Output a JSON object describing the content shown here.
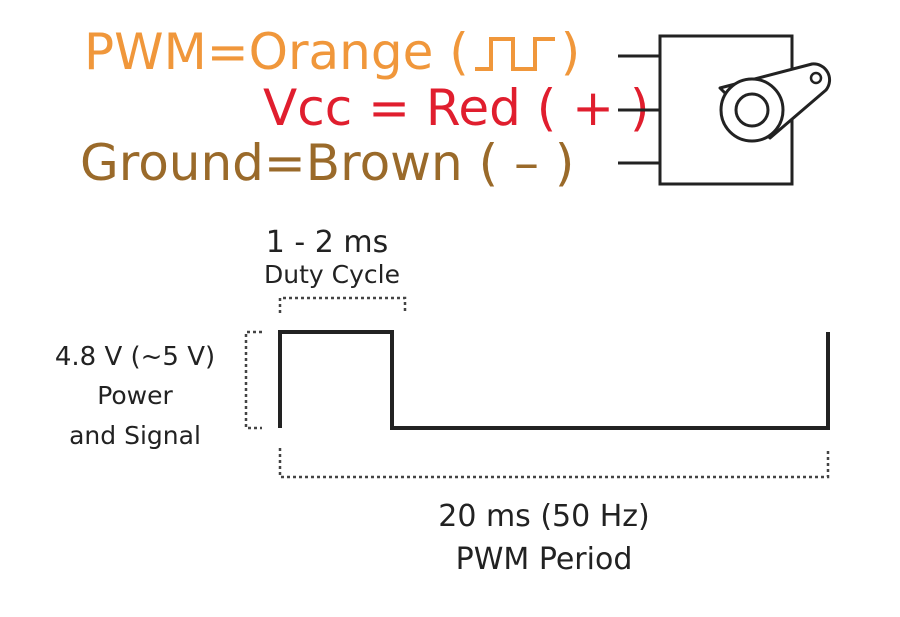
{
  "wires": {
    "pwm": {
      "name": "PWM",
      "color_name": "Orange",
      "symbol": "⎍⎍",
      "color": "#F0973B"
    },
    "vcc": {
      "name": "Vcc",
      "color_name": "Red",
      "symbol": "+",
      "color": "#E01E2E"
    },
    "ground": {
      "name": "Ground",
      "color_name": "Brown",
      "symbol": "–",
      "color": "#9A6A2A"
    }
  },
  "labels": {
    "pwm_text": "PWM=Orange (",
    "pwm_close": ")",
    "vcc_text": "Vcc = Red ( + )",
    "ground_text": "Ground=Brown ( – )"
  },
  "pulse": {
    "width_label": "1 - 2 ms",
    "width_sub": "Duty Cycle",
    "voltage_label": "4.8 V (~5 V)",
    "voltage_sub1": "Power",
    "voltage_sub2": "and Signal",
    "period_label": "20 ms (50 Hz)",
    "period_sub": "PWM Period"
  }
}
